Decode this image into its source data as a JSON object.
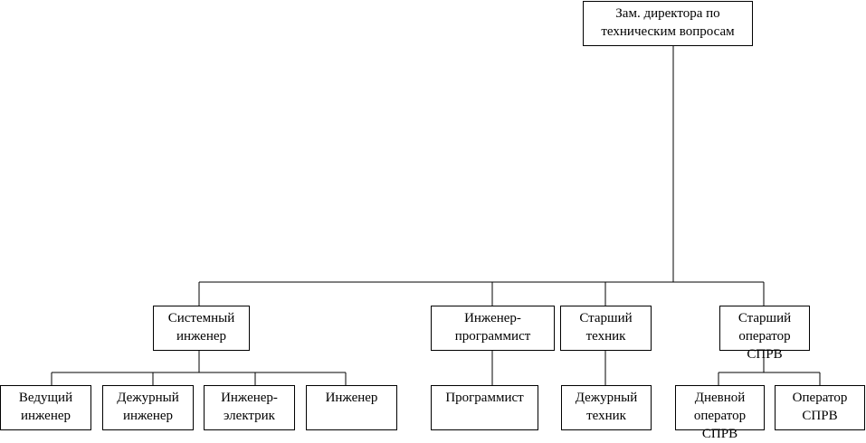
{
  "org_chart": {
    "top": "Зам. директора по\nтехническим вопросам",
    "level1": [
      {
        "label": "Системный\nинженер"
      },
      {
        "label": "Инженер-\nпрограммист"
      },
      {
        "label": "Старший\nтехник"
      },
      {
        "label": "Старший\nоператор\nСПРВ"
      }
    ],
    "level2": [
      {
        "label": "Ведущий\nинженер"
      },
      {
        "label": "Дежурный\nинженер"
      },
      {
        "label": "Инженер-\nэлектрик"
      },
      {
        "label": "Инженер"
      },
      {
        "label": "Программист"
      },
      {
        "label": "Дежурный\nтехник"
      },
      {
        "label": "Дневной\nоператор\nСПРВ"
      },
      {
        "label": "Оператор\nСПРВ"
      }
    ]
  }
}
